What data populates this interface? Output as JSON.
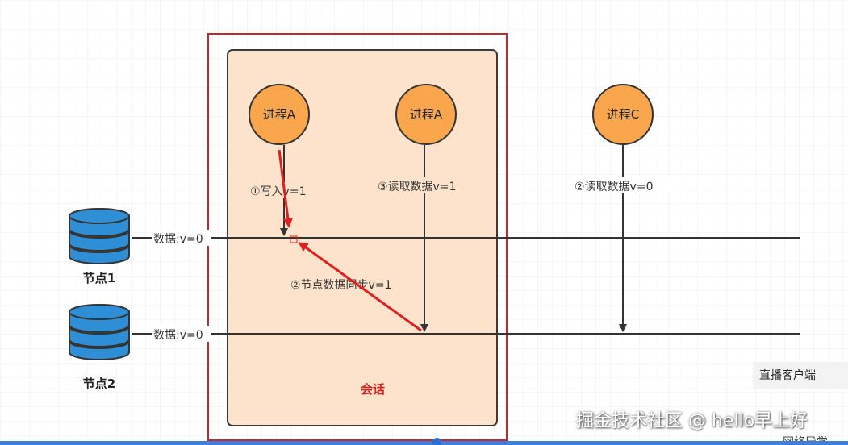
{
  "diagram": {
    "session_label": "会话",
    "processes": [
      {
        "label": "进程A"
      },
      {
        "label": "进程A"
      },
      {
        "label": "进程C"
      }
    ],
    "nodes": [
      {
        "label": "节点1",
        "data_label": "数据:v=0"
      },
      {
        "label": "节点2",
        "data_label": "数据:v=0"
      }
    ],
    "steps": {
      "write": "①写入v=1",
      "sync": "②节点数据同步v=1",
      "read_c": "②读取数据v=0",
      "read_a": "③读取数据v=1"
    },
    "colors": {
      "process_fill": "#f9a64c",
      "session_fill": "#fde3cb",
      "outer_border": "#c62828",
      "red_arrow": "#e02020",
      "db_blue": "#2f8fd6",
      "db_orange": "#f5a742",
      "session_label": "#e02020"
    }
  },
  "overlay": {
    "live_client": "直播客户端",
    "watermark": "掘金技术社区 @ hello早上好",
    "cut_text": "网络导学"
  }
}
